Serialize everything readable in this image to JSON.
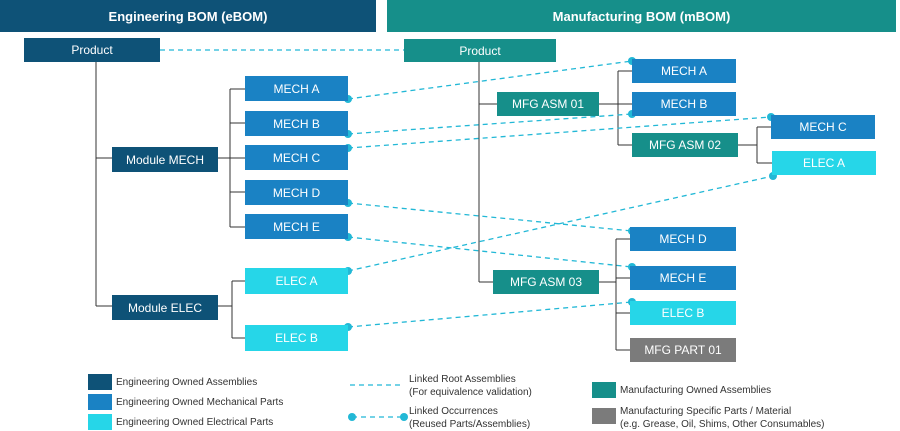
{
  "headers": {
    "ebom": "Engineering BOM (eBOM)",
    "mbom": "Manufacturing BOM (mBOM)"
  },
  "ebom": {
    "product": "Product",
    "module_mech": "Module MECH",
    "module_elec": "Module ELEC",
    "mech_a": "MECH A",
    "mech_b": "MECH B",
    "mech_c": "MECH C",
    "mech_d": "MECH D",
    "mech_e": "MECH E",
    "elec_a": "ELEC A",
    "elec_b": "ELEC B"
  },
  "mbom": {
    "product": "Product",
    "mfg_asm_01": "MFG ASM 01",
    "mfg_asm_02": "MFG ASM 02",
    "mfg_asm_03": "MFG ASM 03",
    "mech_a": "MECH A",
    "mech_b": "MECH B",
    "mech_c": "MECH C",
    "elec_a": "ELEC A",
    "mech_d": "MECH D",
    "mech_e": "MECH E",
    "elec_b": "ELEC B",
    "mfg_part_01": "MFG PART 01"
  },
  "legend": {
    "eng_owned_assemblies": "Engineering Owned Assemblies",
    "eng_owned_mech": "Engineering Owned Mechanical Parts",
    "eng_owned_elec": "Engineering Owned Electrical Parts",
    "linked_root_1": "Linked Root Assemblies",
    "linked_root_2": "(For equivalence validation)",
    "linked_occ_1": "Linked Occurrences",
    "linked_occ_2": "(Reused Parts/Assemblies)",
    "mfg_owned_assemblies": "Manufacturing Owned Assemblies",
    "mfg_specific_1": "Manufacturing Specific Parts / Material",
    "mfg_specific_2": "(e.g. Grease, Oil, Shims, Other Consumables)"
  },
  "colors": {
    "eng_assembly": "#0e5277",
    "eng_mech": "#1a82c4",
    "eng_elec": "#26d6e8",
    "mfg_assembly": "#168f8a",
    "mfg_specific": "#7b7b7b",
    "link_line": "#22b8d6"
  }
}
